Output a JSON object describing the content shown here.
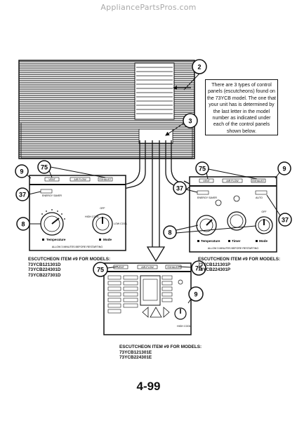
{
  "watermark": "AppliancePartsPros.com",
  "note": "There are 3 types of control panels (escutcheons) found on the 73YCB model.  The one that your unit has is determined by the last letter in the model number as indicated under each of the control panels shown below.",
  "callouts": {
    "c2": "2",
    "c3": "3",
    "left_9": "9",
    "left_75": "75",
    "left_37": "37",
    "left_8": "8",
    "right_75": "75",
    "right_9": "9",
    "right_37a": "37",
    "right_37b": "37",
    "right_8": "8",
    "bottom_75a": "75",
    "bottom_75b": "75",
    "bottom_9": "9"
  },
  "panel_left": {
    "vent": "VENT",
    "airflow": "AIR FLOW",
    "exhaust": "EXHAUST",
    "energy_saver": "ENERGY SAVER",
    "off": "OFF",
    "high_cool": "HIGH COOL",
    "low_cool": "LOW COOL",
    "temperature": "Temperature",
    "mode": "Mode",
    "footer": "ALLOW 3 MINUTES BEFORE RESTARTING"
  },
  "panel_right": {
    "vent": "VENT",
    "airflow": "AIR FLOW",
    "exhaust": "EXHAUST",
    "energy_saver": "ENERGY SAVER",
    "auto": "AUTO",
    "off": "OFF",
    "temperature": "Temperature",
    "timer": "Timer",
    "mode": "Mode",
    "footer": "ALLOW 3 MINUTES BEFORE RESTARTING"
  },
  "panel_bottom": {
    "vent": "VENT",
    "airflow": "AIR-FLOW",
    "exhaust": "EXHAUST",
    "high_cool": "HIGH COOL"
  },
  "esc_left": [
    "ESCUTCHEON ITEM #9 FOR MODELS:",
    "73YCB121301D",
    "73YCB224301D",
    "73YCB227301D"
  ],
  "esc_right": [
    "ESCUTCHEON ITEM #9 FOR MODELS:",
    "73YCB121301P",
    "73YCB224301P"
  ],
  "esc_bottom": [
    "ESCUTCHEON ITEM #9 FOR MODELS:",
    "73YCB121301E",
    "73YCB224301E"
  ],
  "page_number": "4-99"
}
